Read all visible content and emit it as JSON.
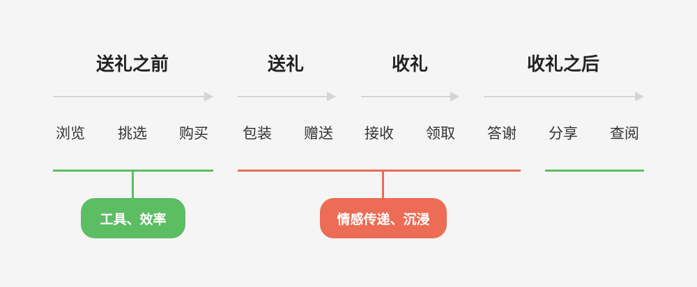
{
  "stages": [
    {
      "title": "送礼之前"
    },
    {
      "title": "送礼"
    },
    {
      "title": "收礼"
    },
    {
      "title": "收礼之后"
    }
  ],
  "steps": [
    "浏览",
    "挑选",
    "购买",
    "包装",
    "赠送",
    "接收",
    "领取",
    "答谢",
    "分享",
    "查阅"
  ],
  "groups": [
    {
      "label": "工具、效率",
      "color": "#5cbd63"
    },
    {
      "label": "情感传递、沉浸",
      "color": "#ec6c55"
    }
  ],
  "colors": {
    "arrow": "#d4d4d4",
    "title_text": "#222222",
    "step_text": "#333333",
    "background": "#f5f5f5"
  }
}
